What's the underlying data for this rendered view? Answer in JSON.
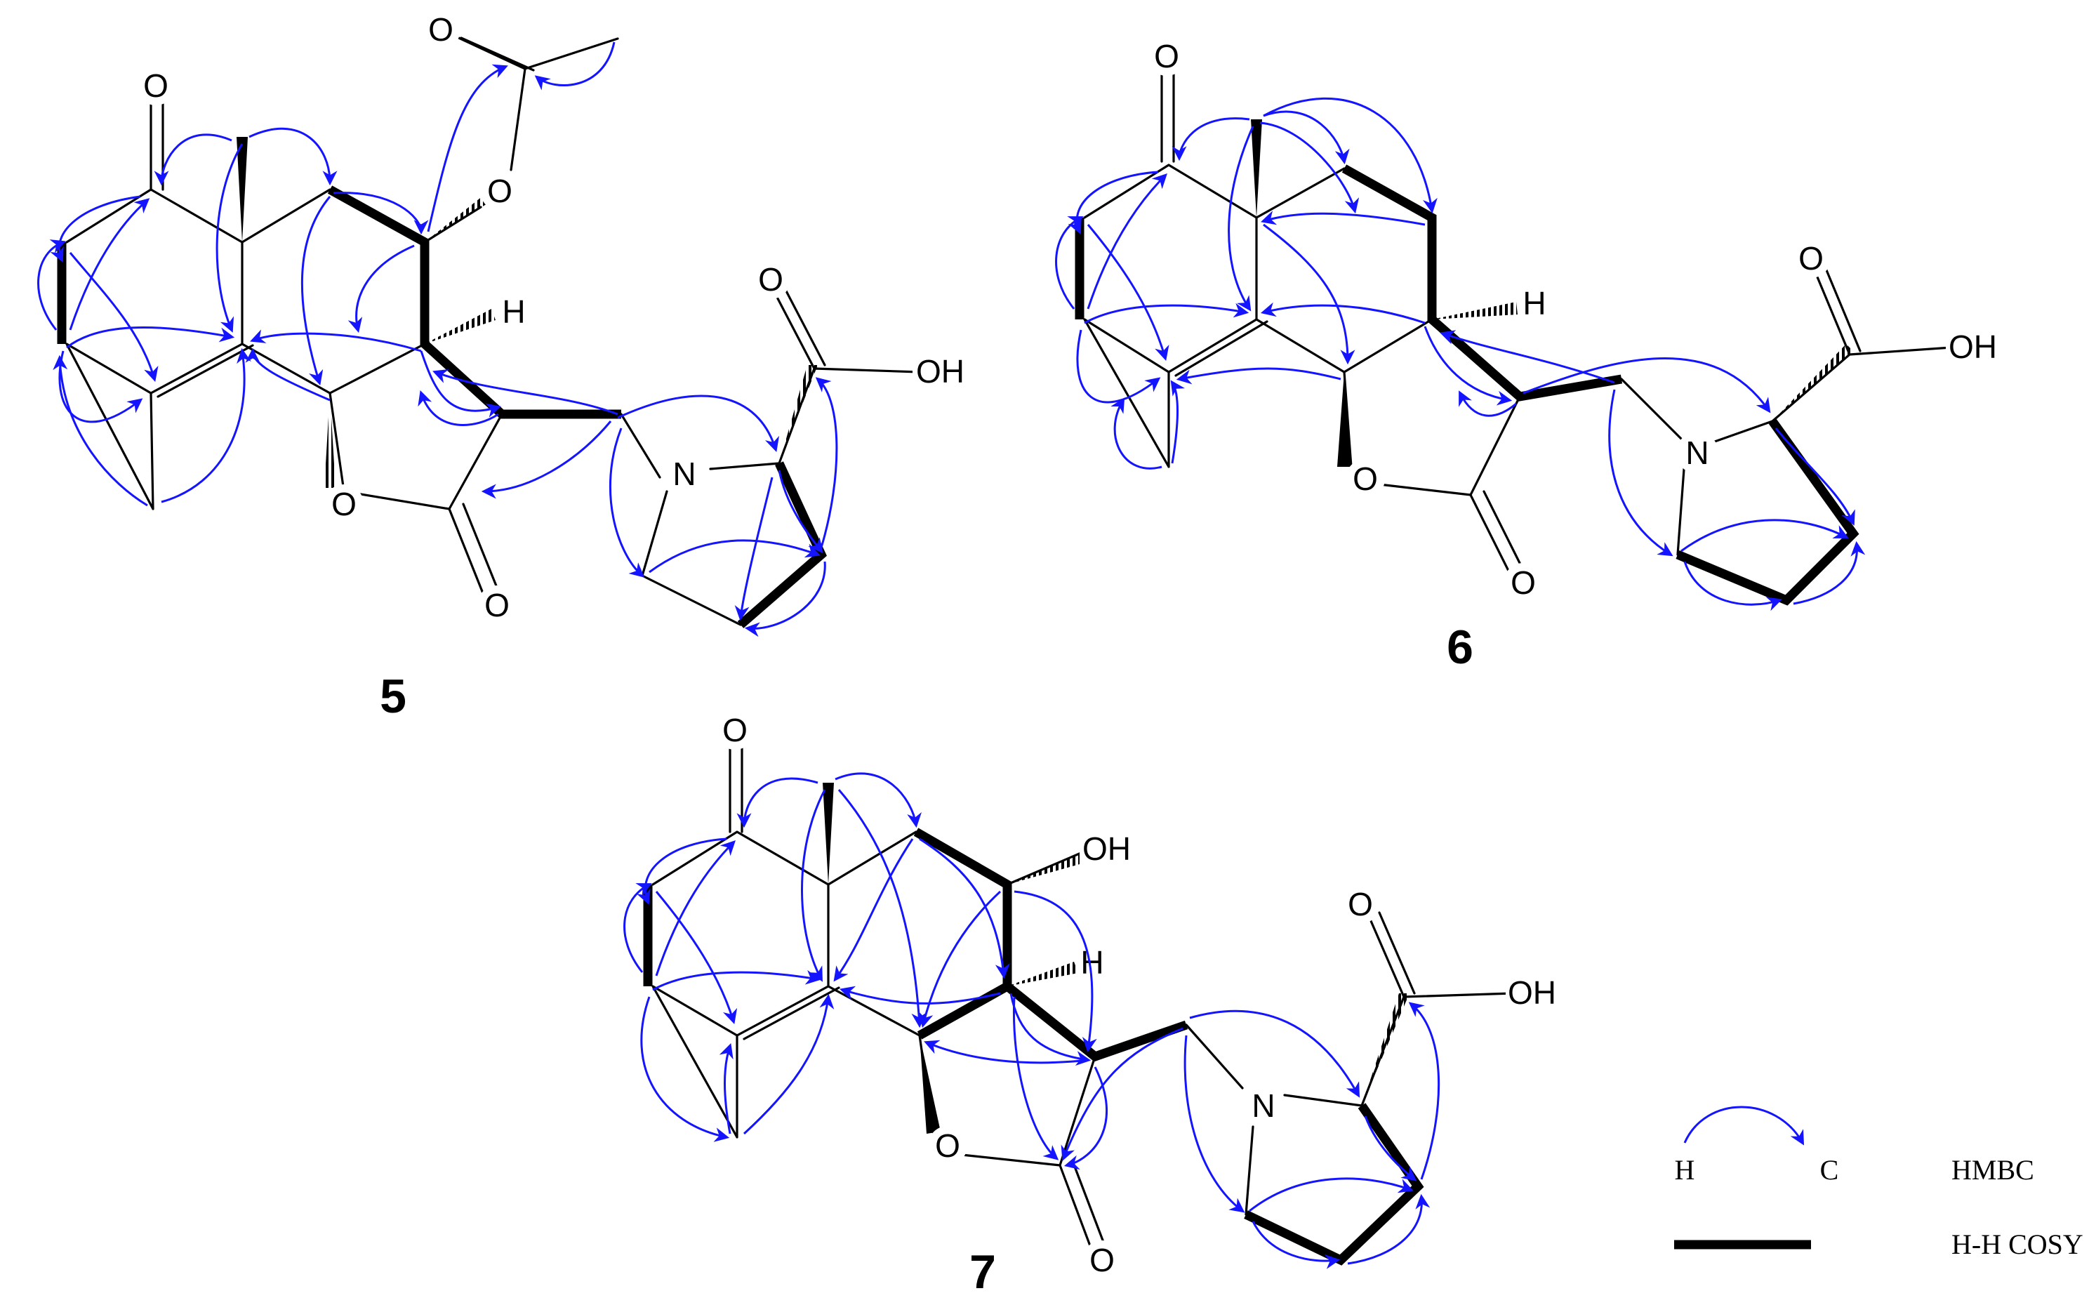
{
  "compounds": [
    {
      "id": "5",
      "label": "5"
    },
    {
      "id": "6",
      "label": "6"
    },
    {
      "id": "7",
      "label": "7"
    }
  ],
  "atoms": {
    "oxygen": "O",
    "hydrogen": "H",
    "nitrogen": "N",
    "hydroxyl": "OH"
  },
  "legend": {
    "hmbc": {
      "from_atom": "H",
      "to_atom": "C",
      "label": "HMBC"
    },
    "cosy": {
      "label": "H-H COSY"
    }
  },
  "colors": {
    "hmbc_arrow": "#1414ff",
    "bond": "#000000",
    "background": "#ffffff"
  }
}
